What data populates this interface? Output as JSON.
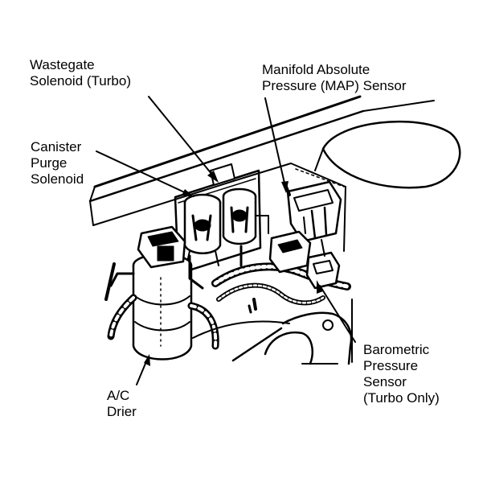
{
  "labels": {
    "wastegate": [
      "Wastegate",
      "Solenoid (Turbo)"
    ],
    "map_sensor": [
      "Manifold Absolute",
      "Pressure (MAP) Sensor"
    ],
    "canister": [
      "Canister",
      "Purge",
      "Solenoid"
    ],
    "barometric": [
      "Barometric",
      "Pressure",
      "Sensor",
      "(Turbo Only)"
    ],
    "ac_drier": [
      "A/C",
      "Drier"
    ]
  },
  "colors": {
    "ink": "#000000",
    "paper": "#ffffff"
  }
}
